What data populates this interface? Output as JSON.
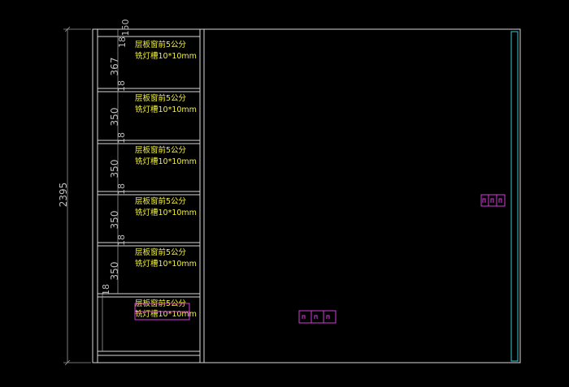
{
  "drawing": {
    "overall_height": "2395",
    "top_gap": "150",
    "shelf_thickness": "18",
    "compartments": [
      {
        "height": "367",
        "note_line1": "层板窗前5公分",
        "note_line2": "铣灯槽10*10mm"
      },
      {
        "height": "350",
        "note_line1": "层板窗前5公分",
        "note_line2": "铣灯槽10*10mm"
      },
      {
        "height": "350",
        "note_line1": "层板窗前5公分",
        "note_line2": "铣灯槽10*10mm"
      },
      {
        "height": "350",
        "note_line1": "层板窗前5公分",
        "note_line2": "铣灯槽10*10mm"
      },
      {
        "height": "350",
        "note_line1": "层板窗前5公分",
        "note_line2": "铣灯槽10*10mm"
      },
      {
        "height": "",
        "note_line1": "层板窗前5公分",
        "note_line2": "铣灯槽10*10mm"
      }
    ],
    "colors": {
      "background": "#000000",
      "lines": "#d8d8d8",
      "dimensions": "#9a9a9a",
      "notes": "#f1ef3a",
      "sockets": "#d23bd8",
      "glass_edge": "#35c9d6"
    }
  }
}
